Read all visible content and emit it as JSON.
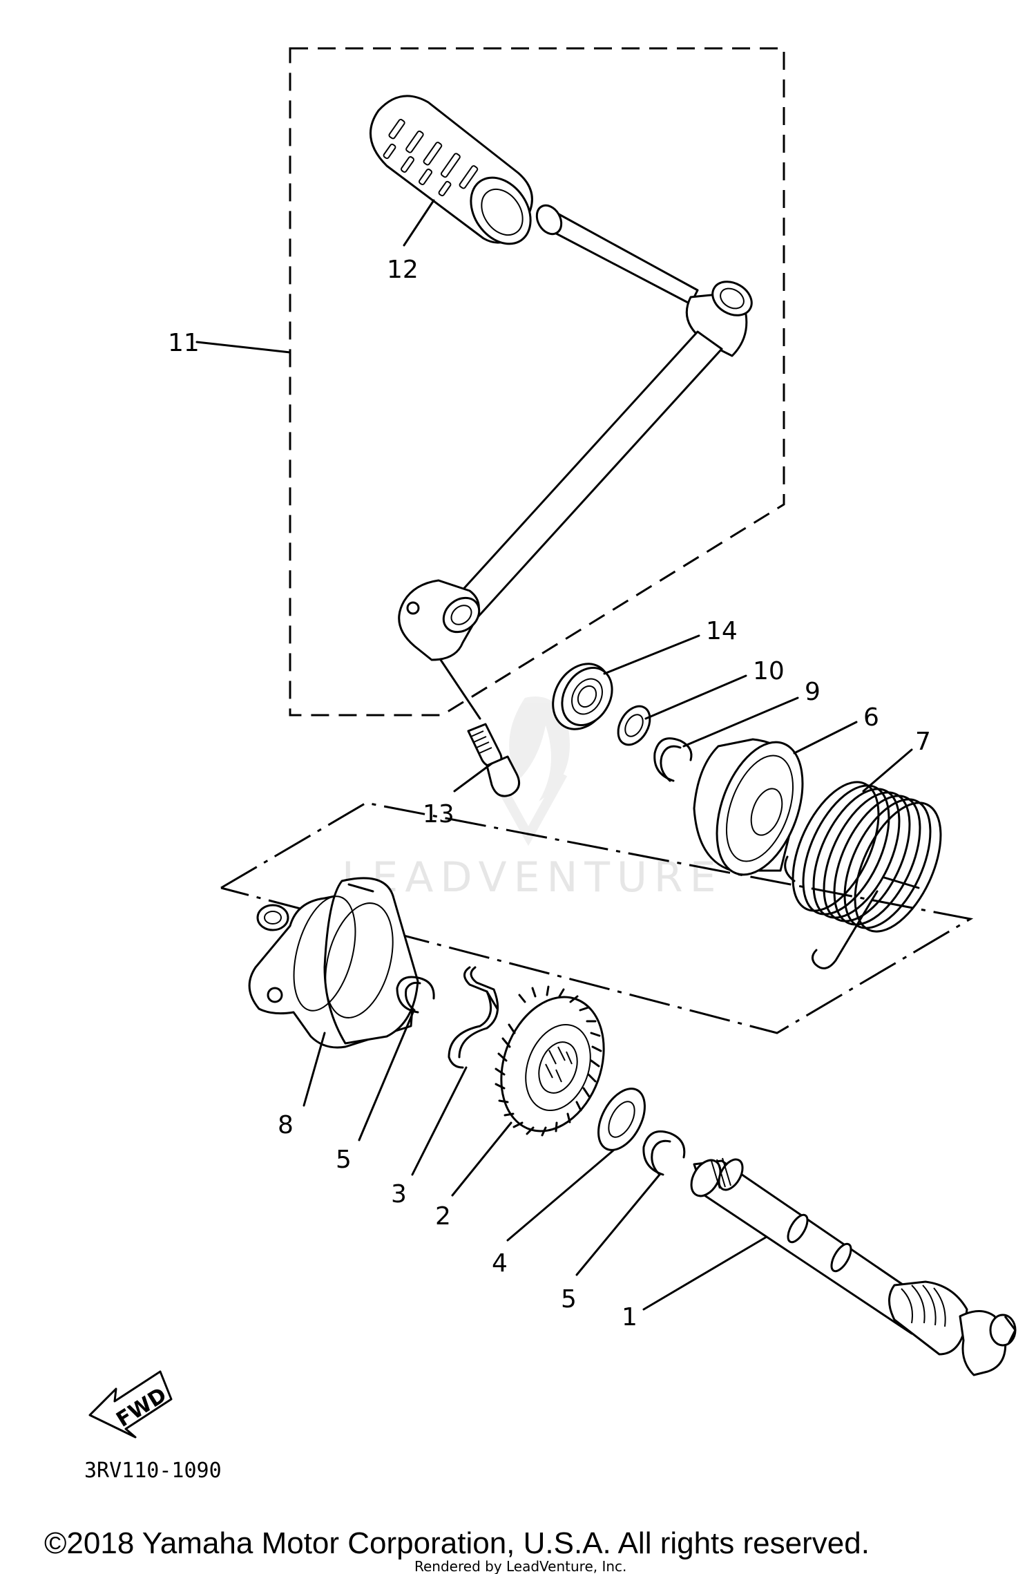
{
  "callouts": {
    "p1": "1",
    "p2": "2",
    "p3": "3",
    "p4": "4",
    "p5a": "5",
    "p5b": "5",
    "p6": "6",
    "p7": "7",
    "p8": "8",
    "p9": "9",
    "p10": "10",
    "p11": "11",
    "p12": "12",
    "p13": "13",
    "p14": "14"
  },
  "fwd_label": "FWD",
  "diagram_code": "3RV110-1090",
  "watermark": "LEADVENTURE",
  "copyright": "©2018 Yamaha Motor Corporation, U.S.A. All rights reserved.",
  "rendered_by": "Rendered by LeadVenture, Inc."
}
